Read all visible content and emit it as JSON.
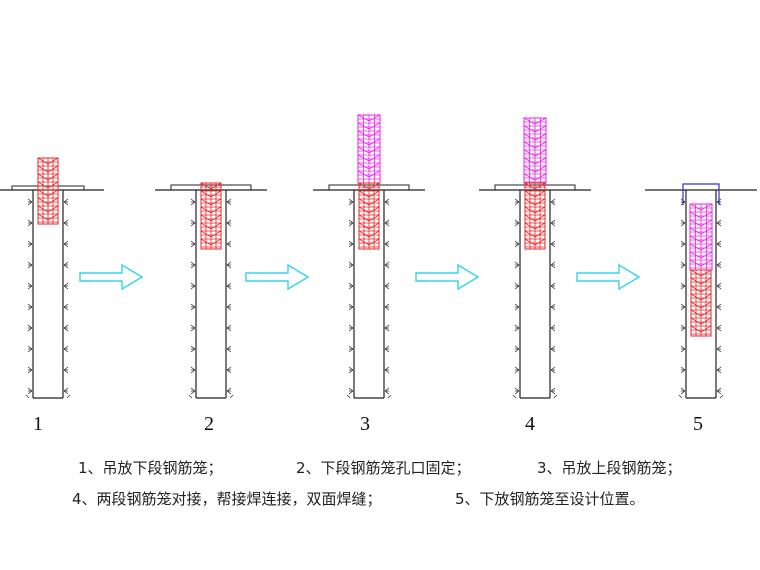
{
  "step_numbers": [
    "1",
    "2",
    "3",
    "4",
    "5"
  ],
  "captions": {
    "c1": "1、吊放下段钢筋笼；",
    "c2": "2、下段钢筋笼孔口固定；",
    "c3": "3、吊放上段钢筋笼；",
    "c4": "4、两段钢筋笼对接，帮接焊连接，双面焊缝；",
    "c5": "5、下放钢筋笼至设计位置。"
  },
  "colors": {
    "lower_cage": "#e8262a",
    "upper_cage": "#ee22ee",
    "arrow": "#33d6e8",
    "casing": "#3333cc",
    "line": "#222222"
  }
}
